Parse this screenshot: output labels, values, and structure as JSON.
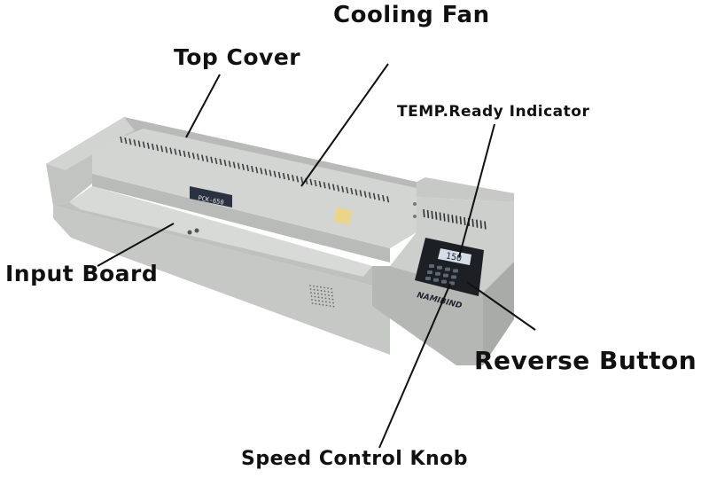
{
  "labels": {
    "cooling_fan": "Cooling Fan",
    "top_cover": "Top Cover",
    "temp_ready": "TEMP.Ready Indicator",
    "input_board": "Input Board",
    "reverse_button": "Reverse Button",
    "speed_knob": "Speed Control Knob"
  },
  "device": {
    "model_plate": "PCK-650",
    "display_value": "150",
    "brand": "NAMIBIND"
  },
  "colors": {
    "body": "#c9cbc8",
    "body_dark": "#a9aba8",
    "display_bezel": "#1c1f24",
    "lcd": "#d6dde6",
    "leader_line": "#111111"
  }
}
